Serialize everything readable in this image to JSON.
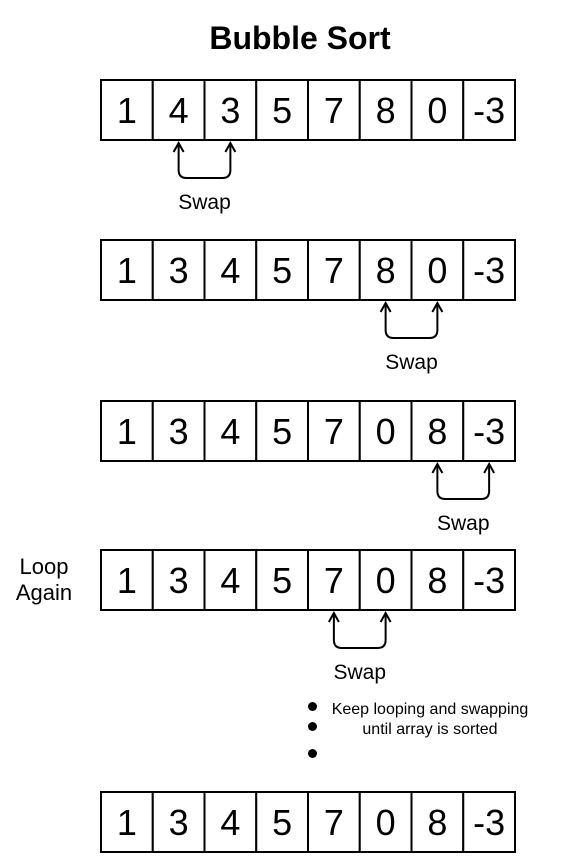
{
  "title": "Bubble Sort",
  "rows": [
    {
      "values": [
        "1",
        "4",
        "3",
        "5",
        "7",
        "8",
        "0",
        "-3"
      ],
      "swap": {
        "from": 1,
        "to": 2,
        "label": "Swap"
      }
    },
    {
      "values": [
        "1",
        "3",
        "4",
        "5",
        "7",
        "8",
        "0",
        "-3"
      ],
      "swap": {
        "from": 5,
        "to": 6,
        "label": "Swap"
      }
    },
    {
      "values": [
        "1",
        "3",
        "4",
        "5",
        "7",
        "0",
        "8",
        "-3"
      ],
      "swap": {
        "from": 6,
        "to": 7,
        "label": "Swap"
      }
    },
    {
      "values": [
        "1",
        "3",
        "4",
        "5",
        "7",
        "0",
        "8",
        "-3"
      ],
      "swap": {
        "from": 4,
        "to": 5,
        "label": "Swap"
      },
      "side_label": [
        "Loop",
        "Again"
      ]
    },
    {
      "values": [
        "1",
        "3",
        "4",
        "5",
        "7",
        "0",
        "8",
        "-3"
      ]
    }
  ],
  "note": "Keep looping and swapping until array is sorted"
}
